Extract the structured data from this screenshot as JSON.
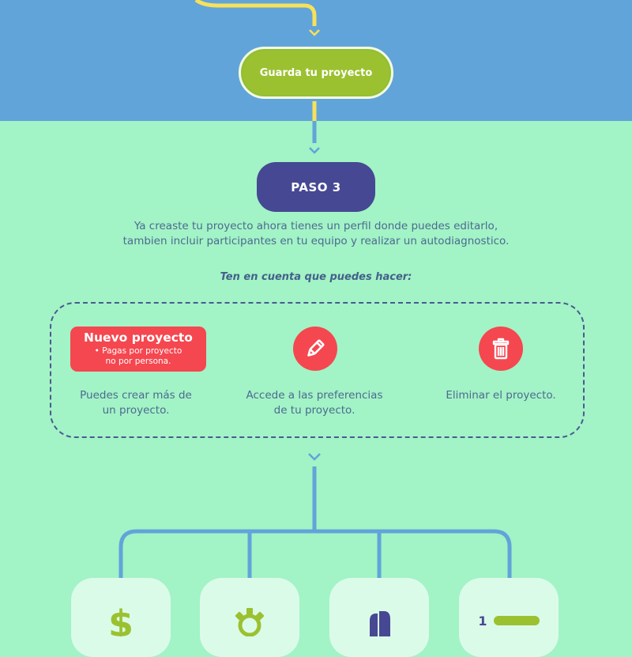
{
  "flow": {
    "save_step": "Guarda tu proyecto",
    "step_label": "PASO 3",
    "description_line1": "Ya creaste tu proyecto ahora tienes un perfil  donde puedes editarlo,",
    "description_line2": "tambien incluir participantes en tu equipo y realizar un autodiagnostico.",
    "note": "Ten en cuenta que puedes hacer:"
  },
  "options": [
    {
      "badge_title": "Nuevo proyecto",
      "badge_sub_line1": "• Pagas por proyecto",
      "badge_sub_line2": "no por persona.",
      "text_line1": "Puedes crear más de",
      "text_line2": "un proyecto."
    },
    {
      "icon": "pencil-icon",
      "text_line1": "Accede a las preferencias",
      "text_line2": "de tu proyecto."
    },
    {
      "icon": "trash-icon",
      "text_line1": "Eliminar el proyecto."
    }
  ],
  "cards": [
    {
      "icon": "dollar-icon"
    },
    {
      "icon": "gear-icon"
    },
    {
      "icon": "mouse-icon"
    },
    {
      "icon": "numbered-list-icon",
      "number": "1"
    }
  ],
  "colors": {
    "top_band": "#61a4d9",
    "background": "#a2f3c6",
    "green_pill": "#9bc130",
    "step_pill": "#464893",
    "accent_red": "#f5474f",
    "connector_blue": "#61a4d9",
    "connector_yellow": "#f7e15b"
  }
}
